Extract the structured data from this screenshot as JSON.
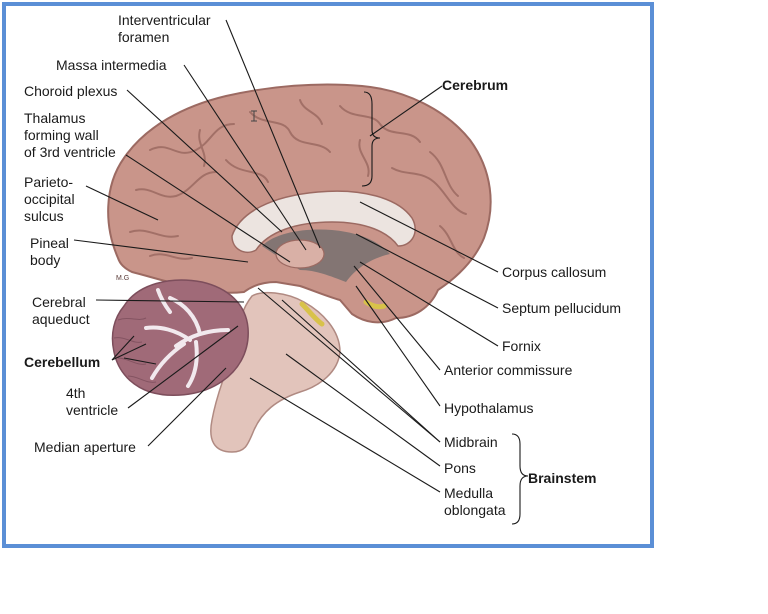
{
  "labels": {
    "interventricular": [
      "Interventricular",
      "foramen"
    ],
    "massa": [
      "Massa intermedia"
    ],
    "choroid": [
      "Choroid plexus"
    ],
    "thalamus": [
      "Thalamus",
      "forming wall",
      "of 3rd ventricle"
    ],
    "parieto": [
      "Parieto-",
      "occipital",
      "sulcus"
    ],
    "pineal": [
      "Pineal",
      "body"
    ],
    "aqueduct": [
      "Cerebral",
      "aqueduct"
    ],
    "cerebellum": [
      "Cerebellum"
    ],
    "fourth": [
      "4th",
      "ventricle"
    ],
    "median": [
      "Median aperture"
    ],
    "cerebrum": [
      "Cerebrum"
    ],
    "corpus": [
      "Corpus callosum"
    ],
    "septum": [
      "Septum pellucidum"
    ],
    "fornix": [
      "Fornix"
    ],
    "anterior": [
      "Anterior commissure"
    ],
    "hypothalamus": [
      "Hypothalamus"
    ],
    "midbrain": [
      "Midbrain"
    ],
    "pons": [
      "Pons"
    ],
    "medulla": [
      "Medulla",
      "oblongata"
    ],
    "brainstem": [
      "Brainstem"
    ]
  },
  "colors": {
    "frame": "#5b8fd6",
    "cerebrum": "#c9958a",
    "cerebrum_dark": "#9c6a62",
    "cerebellum": "#a06a78",
    "cerebellum_white": "#f2e9ee",
    "brainstem": "#e2c4bb",
    "ventricle": "#6b6b6b",
    "callosum": "#ece4e0",
    "leader": "#1a1a1a",
    "yellow": "#d8c24a"
  },
  "icons": [
    "cursor-ibeam-icon"
  ]
}
